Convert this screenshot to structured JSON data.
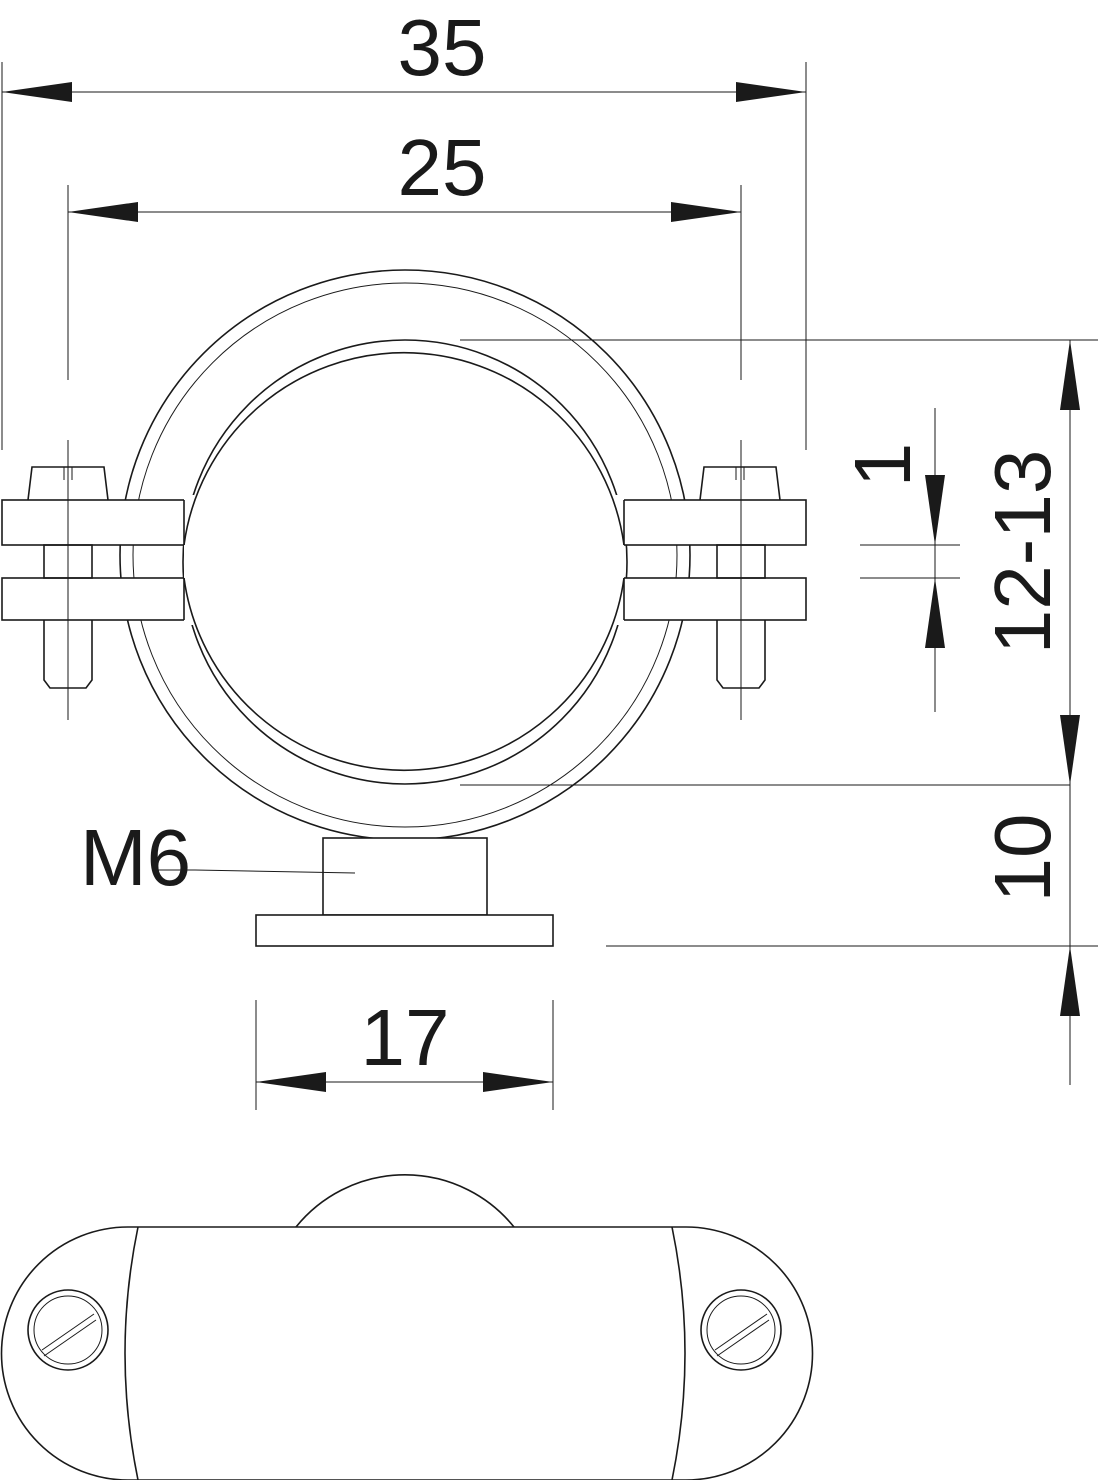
{
  "dimensions": {
    "overall_width": "35",
    "hole_spacing": "25",
    "thread": "M6",
    "base_width": "17",
    "gap": "1",
    "clamp_range": "12-13",
    "base_height": "10"
  }
}
